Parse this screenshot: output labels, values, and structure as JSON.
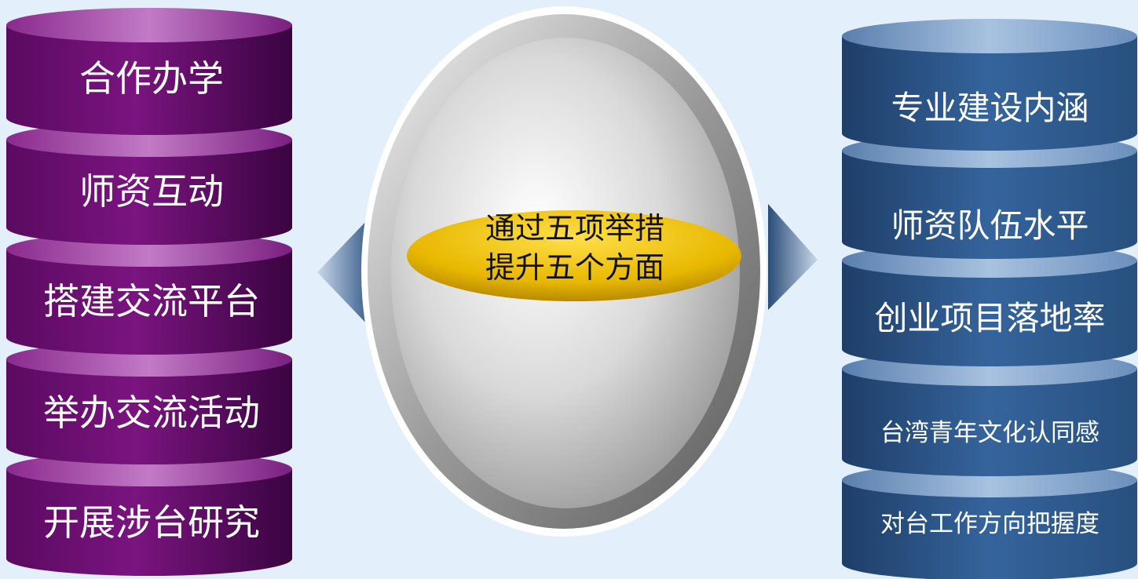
{
  "left_stack": {
    "items": [
      "合作办学",
      "师资互动",
      "搭建交流平台",
      "举办交流活动",
      "开展涉台研究"
    ],
    "color": "#6a0e6e"
  },
  "right_stack": {
    "items": [
      "专业建设内涵",
      "师资队伍水平",
      "创业项目落地率",
      "台湾青年文化认同感",
      "对台工作方向把握度"
    ],
    "color": "#2f5b91"
  },
  "center": {
    "line1": "通过五项举措",
    "line2": "提升五个方面",
    "ellipse_color": "#f3c61a"
  }
}
